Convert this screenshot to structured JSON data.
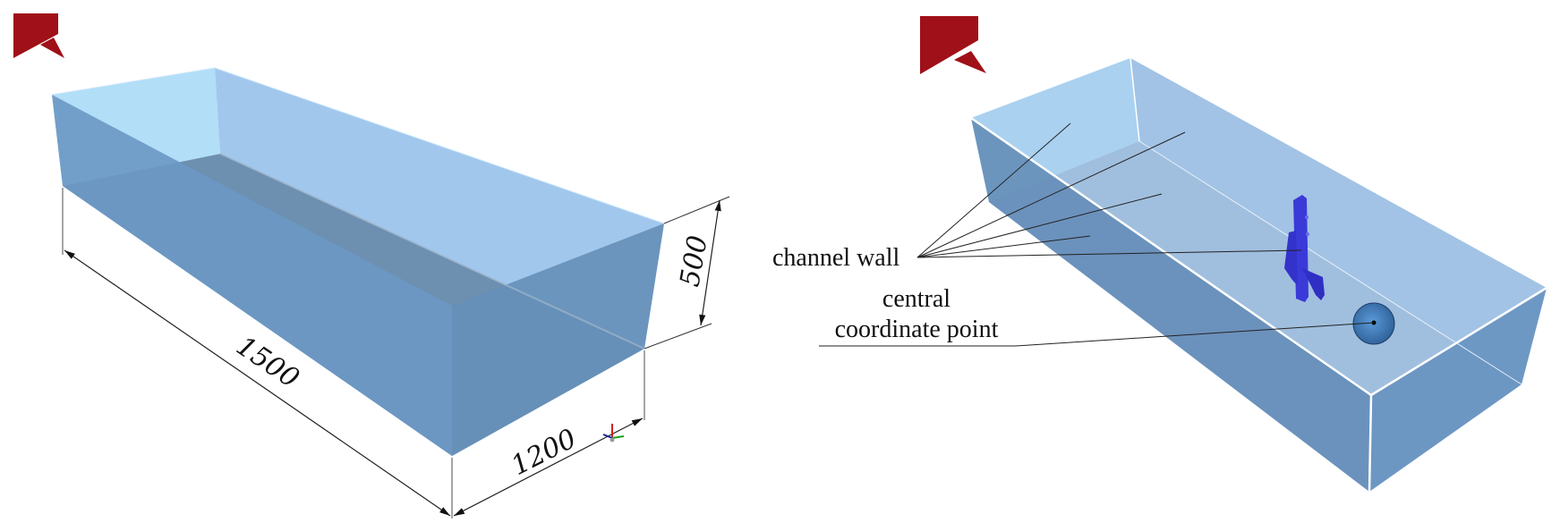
{
  "figure_left": {
    "title": "channel dimensions",
    "dimensions": {
      "length": "1500",
      "width": "1200",
      "height": "500"
    }
  },
  "figure_right": {
    "labels": {
      "channel_wall": "channel wall",
      "central_line1": "central",
      "central_line2": "coordinate point"
    }
  },
  "colors": {
    "logo": "#a01018",
    "water_light": "#aedcf8",
    "water_mid": "#9bbfe4",
    "water_dark": "#6690b8",
    "object": "#3a3ad8",
    "sphere": "#3f7fbf"
  },
  "icons": {
    "logo": "logo-icon",
    "axis_triad": "axis-triad-icon"
  }
}
